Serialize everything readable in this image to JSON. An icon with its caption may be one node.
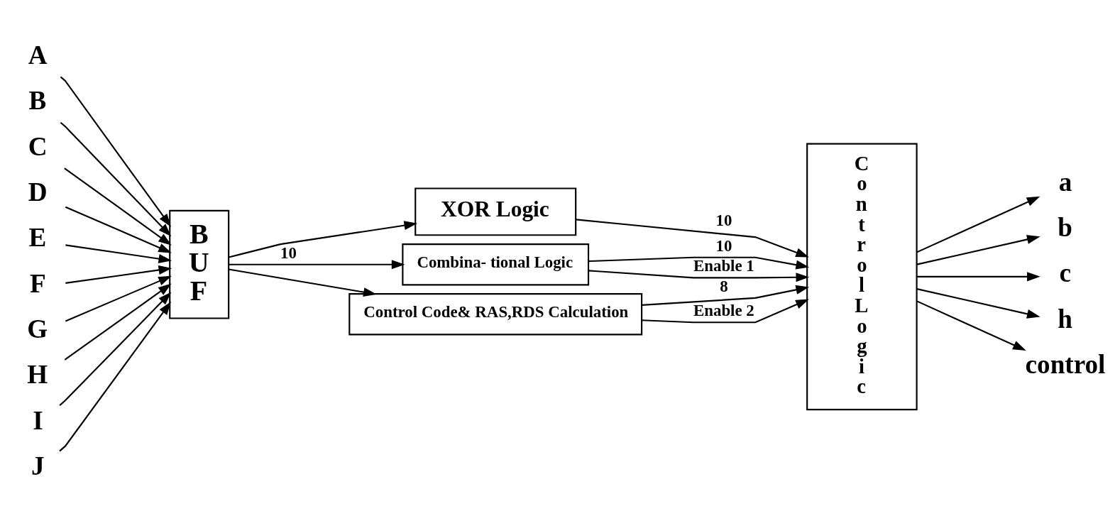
{
  "diagram": {
    "nodes": [
      {
        "text": [
          "A"
        ]
      },
      {
        "text": [
          "B"
        ]
      },
      {
        "text": [
          "C"
        ]
      },
      {
        "text": [
          "D"
        ]
      },
      {
        "text": [
          "E"
        ]
      },
      {
        "text": [
          "F"
        ]
      },
      {
        "text": [
          "G"
        ]
      },
      {
        "text": [
          "H"
        ]
      },
      {
        "text": [
          "I"
        ]
      },
      {
        "text": [
          "J"
        ]
      },
      {
        "text": [
          "B U F"
        ]
      },
      {
        "text": [
          "XOR Logic"
        ]
      },
      {
        "text": [
          "Combina- tional Logic"
        ]
      },
      {
        "text": [
          "Control Code& RAS,RDS Calculation"
        ]
      },
      {
        "text": [
          "C o n t r o l L o g i c"
        ]
      },
      {
        "text": [
          "a"
        ]
      },
      {
        "text": [
          "b"
        ]
      },
      {
        "text": [
          "c"
        ]
      },
      {
        "text": [
          "h"
        ]
      },
      {
        "text": [
          "control"
        ]
      }
    ],
    "edges": [
      {
        "from": 0,
        "to": 10,
        "arrow": "to"
      },
      {
        "from": 1,
        "to": 10,
        "arrow": "to"
      },
      {
        "from": 2,
        "to": 10,
        "arrow": "to"
      },
      {
        "from": 3,
        "to": 10,
        "arrow": "to"
      },
      {
        "from": 4,
        "to": 10,
        "arrow": "to"
      },
      {
        "from": 5,
        "to": 10,
        "arrow": "to"
      },
      {
        "from": 6,
        "to": 10,
        "arrow": "to"
      },
      {
        "from": 7,
        "to": 10,
        "arrow": "to"
      },
      {
        "from": 8,
        "to": 10,
        "arrow": "to"
      },
      {
        "from": 9,
        "to": 10,
        "arrow": "to"
      },
      {
        "from": 10,
        "to": 11,
        "arrow": "to"
      },
      {
        "from": 10,
        "to": 12,
        "arrow": "to",
        "label": "10"
      },
      {
        "from": 10,
        "to": 13,
        "arrow": "to"
      },
      {
        "from": 11,
        "to": 14,
        "arrow": "to",
        "label": "10"
      },
      {
        "from": 12,
        "to": 14,
        "arrow": "to",
        "label": "10"
      },
      {
        "from": 12,
        "to": 14,
        "arrow": "to",
        "label": "Enable 1"
      },
      {
        "from": 13,
        "to": 14,
        "arrow": "to",
        "label": "8"
      },
      {
        "from": 13,
        "to": 14,
        "arrow": "to",
        "label": "Enable 2"
      },
      {
        "from": 14,
        "to": 15,
        "arrow": "to"
      },
      {
        "from": 14,
        "to": 16,
        "arrow": "to"
      },
      {
        "from": 14,
        "to": 17,
        "arrow": "to"
      },
      {
        "from": 14,
        "to": 18,
        "arrow": "to"
      },
      {
        "from": 14,
        "to": 19,
        "arrow": "to"
      }
    ]
  }
}
